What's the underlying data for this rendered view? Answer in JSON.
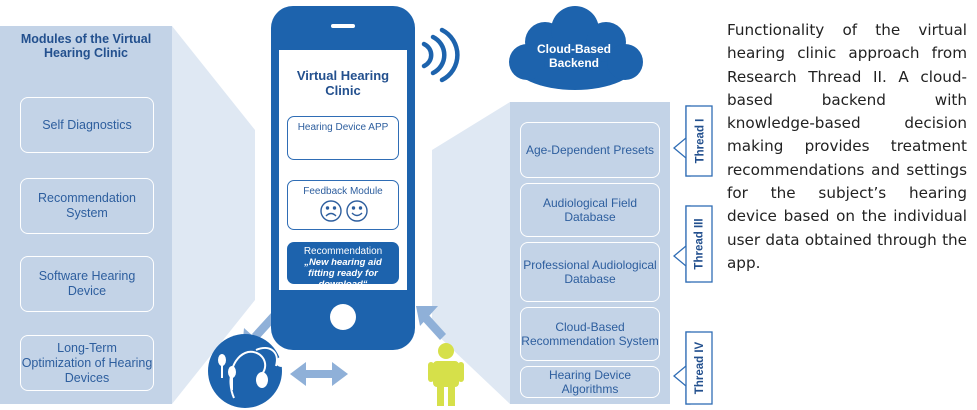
{
  "modules_panel": {
    "title": "Modules of the Virtual Hearing Clinic",
    "items": [
      "Self Diagnostics",
      "Recommendation System",
      "Software Hearing Device",
      "Long-Term Optimization of Hearing Devices"
    ]
  },
  "phone": {
    "title": "Virtual Hearing Clinic",
    "hearing_app_label": "Hearing Device APP",
    "feedback_label": "Feedback Module",
    "recommendation_label": "Recommendation",
    "recommendation_message": "„New hearing aid fitting ready for download“"
  },
  "backend": {
    "title": "Cloud-Based Backend",
    "items": [
      "Age-Dependent Presets",
      "Audiological Field Database",
      "Professional Audiological Database",
      "Cloud-Based Recommendation System",
      "Hearing Device Algorithms"
    ]
  },
  "threads": [
    "Thread I",
    "Thread III",
    "Thread IV"
  ],
  "caption": "Functionality of the virtual hearing clinic approach from Research Thread II. A cloud-based backend with knowledge-based decision making provides treatment recommendations and settings for the subject’s hearing device based on the individual user data obtained through the app.",
  "colors": {
    "primary_blue": "#1d63ad",
    "panel_light_blue": "#c3d3e7",
    "arrow_light_blue": "#8fb0d8",
    "person_yellow": "#d6e04a"
  }
}
